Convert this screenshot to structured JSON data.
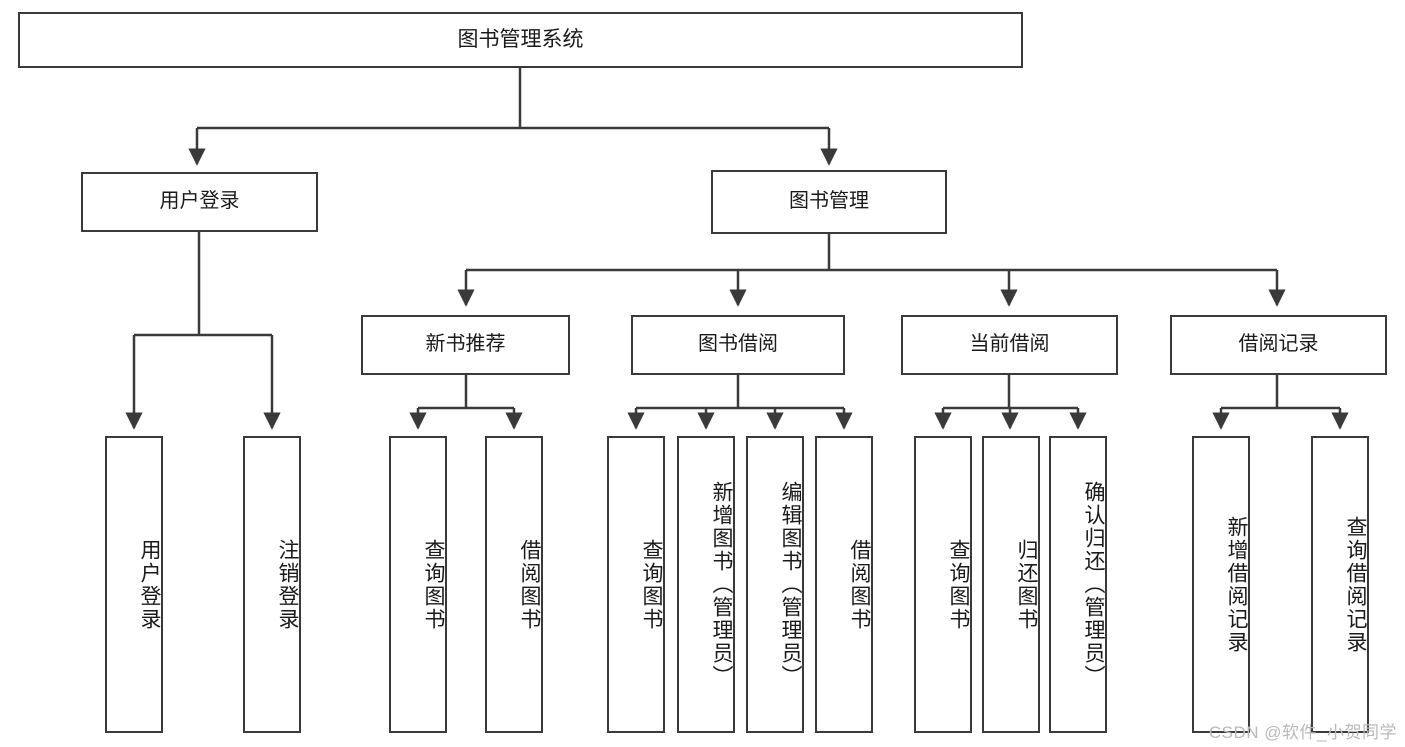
{
  "diagram": {
    "title": "图书管理系统",
    "watermark": "CSDN @软件_小贺同学",
    "colors": {
      "stroke": "#3a3a3a",
      "fill": "#ffffff",
      "text": "#1a1a1a",
      "watermark": "#b9b9b9"
    },
    "root": {
      "label": "图书管理系统"
    },
    "level2": [
      {
        "label": "用户登录"
      },
      {
        "label": "图书管理"
      }
    ],
    "level3": [
      {
        "label": "新书推荐"
      },
      {
        "label": "图书借阅"
      },
      {
        "label": "当前借阅"
      },
      {
        "label": "借阅记录"
      }
    ],
    "leaves": {
      "user_login": [
        {
          "label": "用户登录"
        },
        {
          "label": "注销登录"
        }
      ],
      "new_book": [
        {
          "label": "查询图书"
        },
        {
          "label": "借阅图书"
        }
      ],
      "book_borrow": [
        {
          "label": "查询图书"
        },
        {
          "label": "新增图书（管理员）"
        },
        {
          "label": "编辑图书（管理员）"
        },
        {
          "label": "借阅图书"
        }
      ],
      "current_borrow": [
        {
          "label": "查询图书"
        },
        {
          "label": "归还图书"
        },
        {
          "label": "确认归还（管理员）"
        }
      ],
      "borrow_record": [
        {
          "label": "新增借阅记录"
        },
        {
          "label": "查询借阅记录"
        }
      ]
    }
  }
}
